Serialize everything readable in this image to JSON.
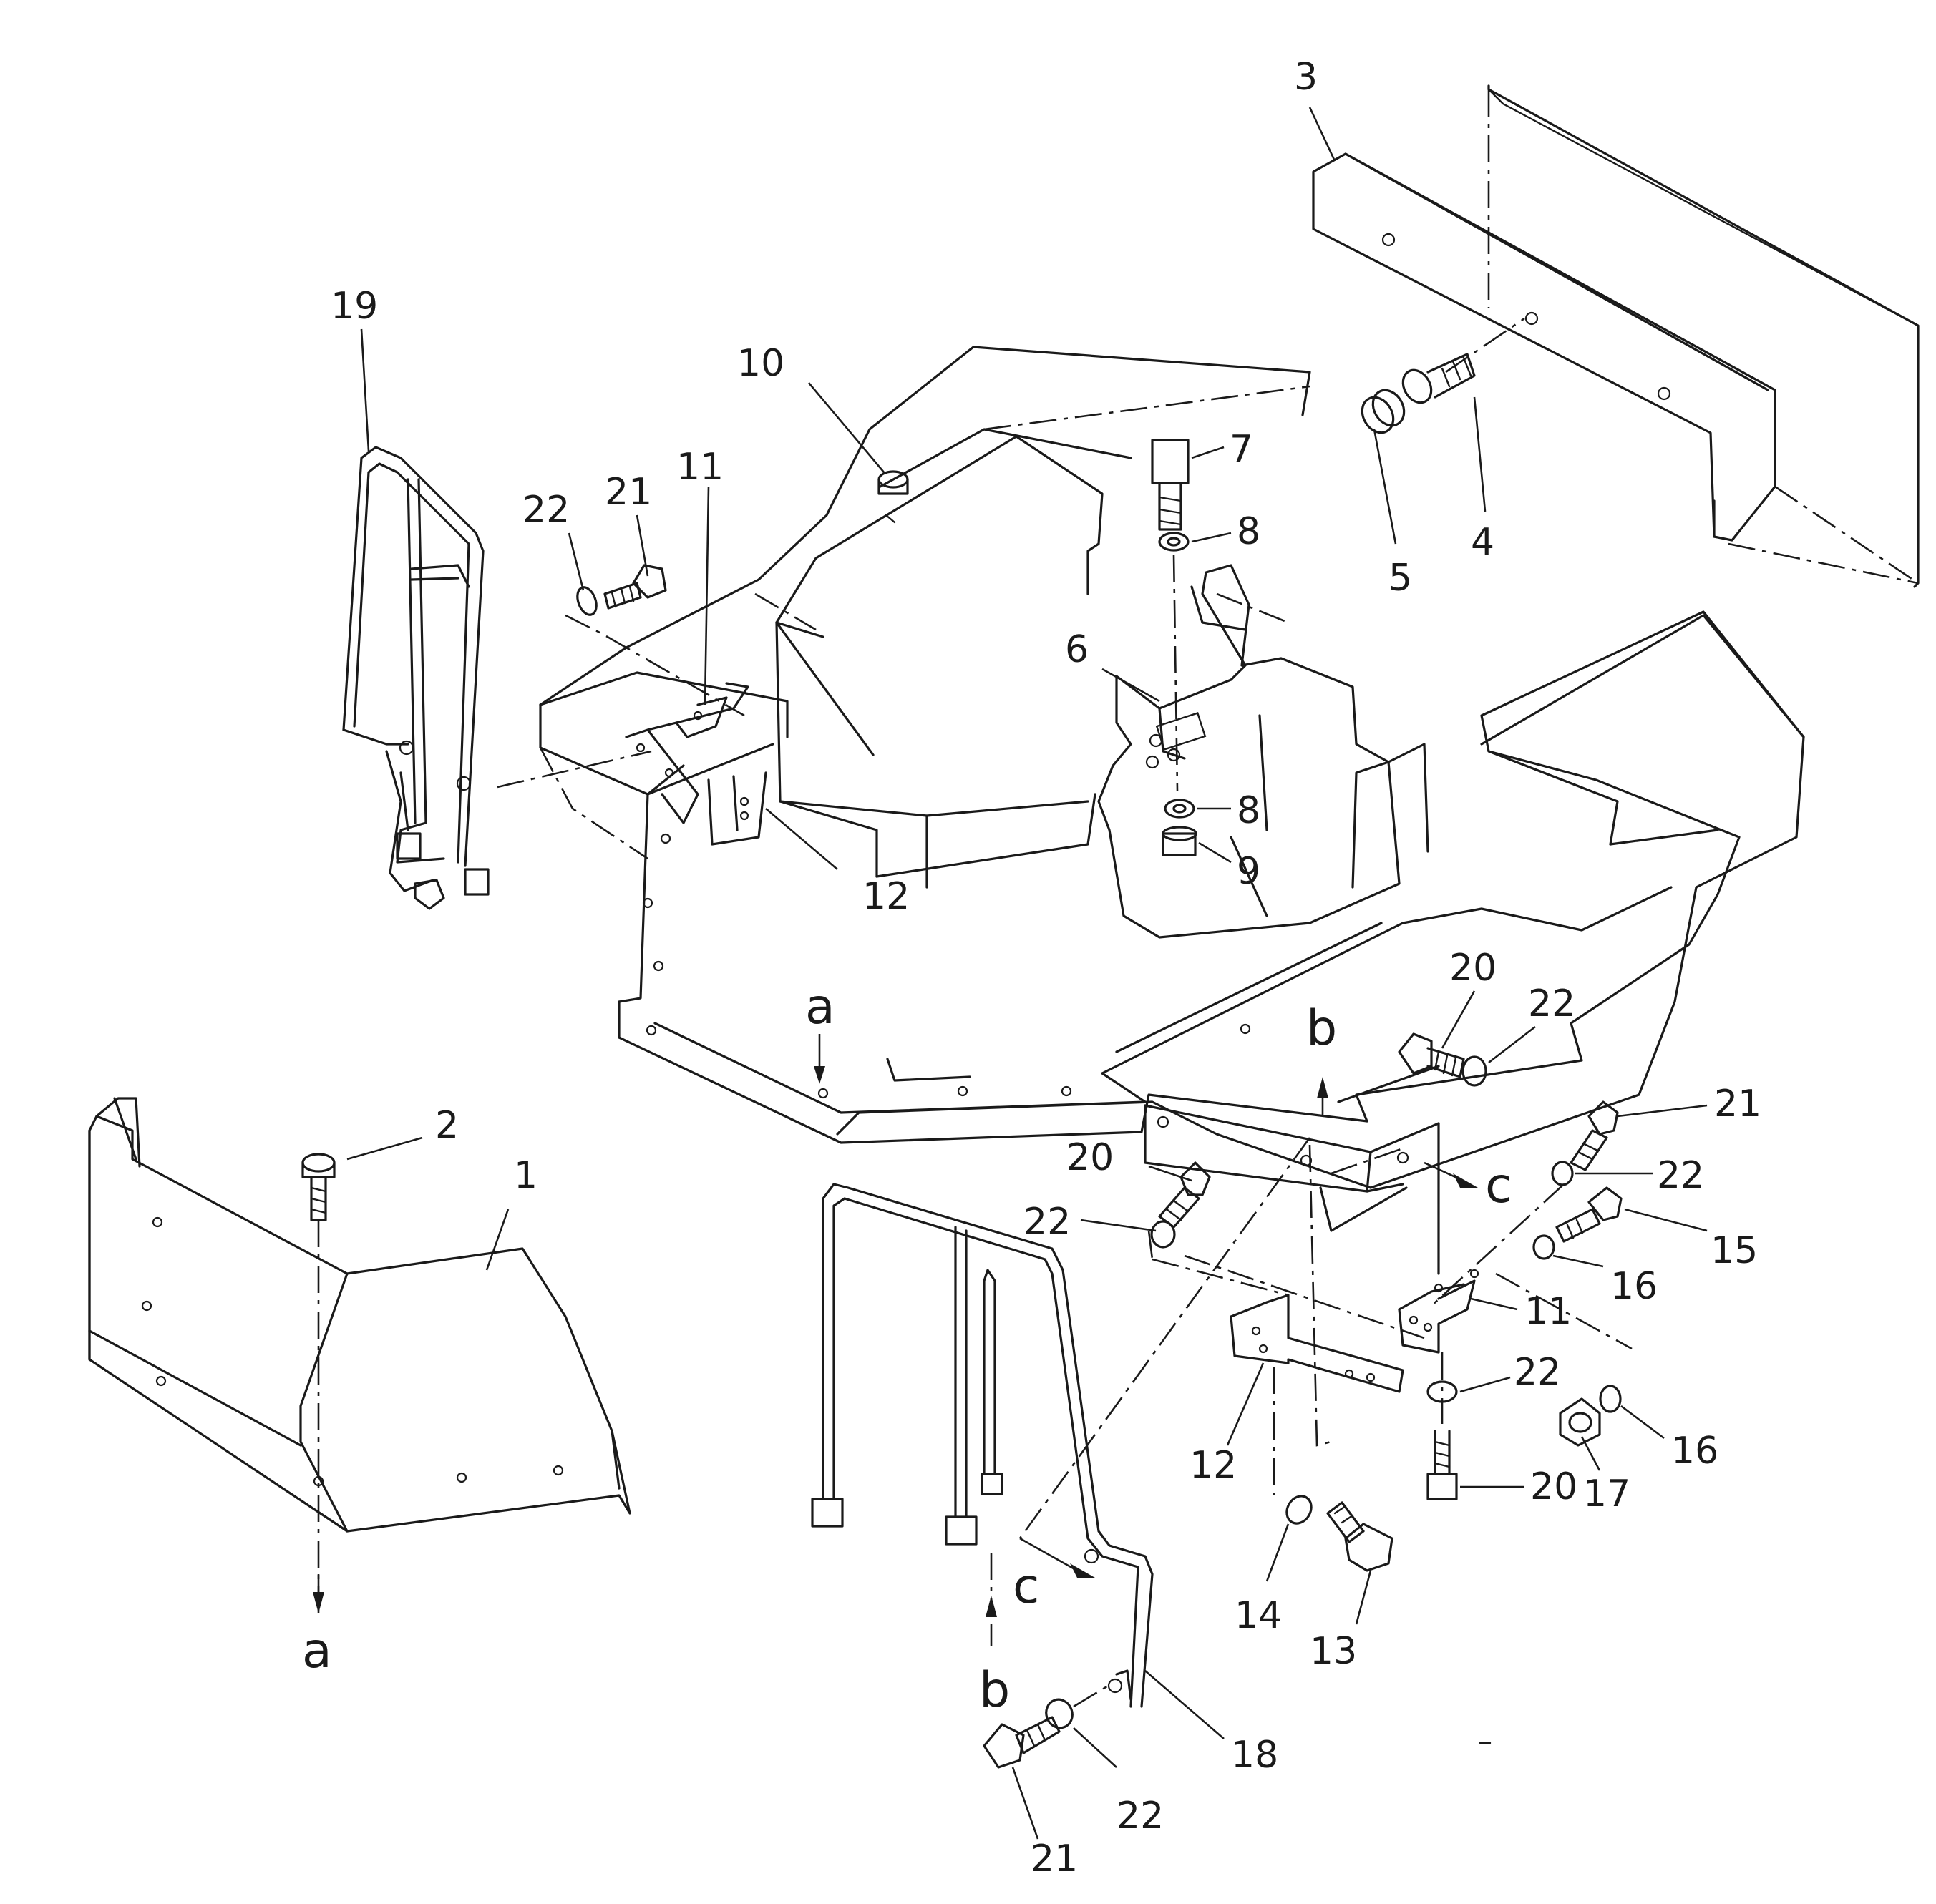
{
  "callouts": {
    "c1": "1",
    "c2": "2",
    "c3": "3",
    "c4": "4",
    "c5": "5",
    "c6": "6",
    "c7": "7",
    "c8a": "8",
    "c8b": "8",
    "c9": "9",
    "c10": "10",
    "c11a": "11",
    "c11b": "11",
    "c12a": "12",
    "c12b": "12",
    "c13": "13",
    "c14": "14",
    "c15": "15",
    "c16a": "16",
    "c16b": "16",
    "c17": "17",
    "c18": "18",
    "c19": "19",
    "c20a": "20",
    "c20b": "20",
    "c20c": "20",
    "c21a": "21",
    "c21b": "21",
    "c21c": "21",
    "c22a": "22",
    "c22b": "22",
    "c22c": "22",
    "c22d": "22",
    "c22e": "22",
    "c22f": "22"
  },
  "refs": {
    "a_top": "a",
    "a_bottom": "a",
    "b_top": "b",
    "b_bottom": "b",
    "c_right": "c",
    "c_bottom": "c"
  },
  "stroke_color": "#1a1a1a",
  "background_color": "#ffffff"
}
